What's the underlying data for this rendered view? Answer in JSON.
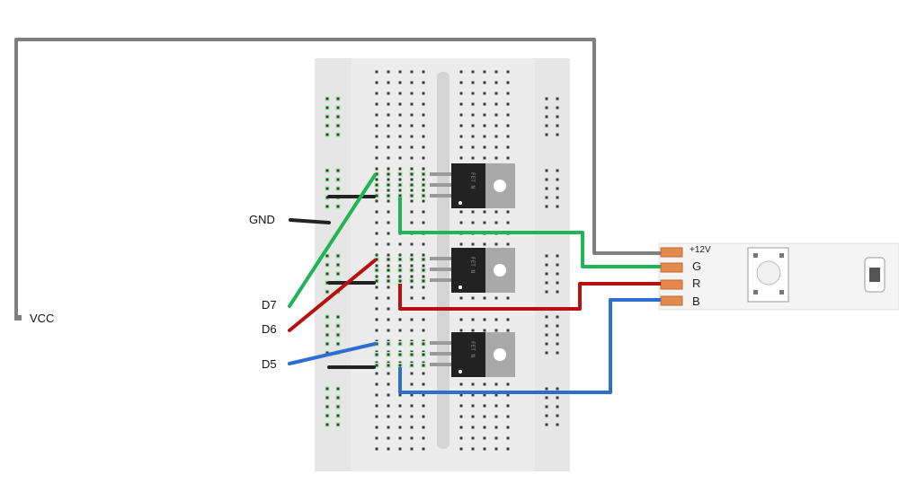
{
  "labels": {
    "vcc": "VCC",
    "gnd": "GND",
    "d7": "D7",
    "d6": "D6",
    "d5": "D5"
  },
  "led_strip": {
    "pins": [
      "+12V",
      "G",
      "R",
      "B"
    ]
  },
  "mosfet_marking": "FET N",
  "colors": {
    "vcc_wire": "#7f7f7f",
    "gnd_wire": "#222222",
    "green_wire": "#1fb554",
    "red_wire": "#b80f0f",
    "blue_wire": "#2d6fd1",
    "breadboard": "#e6e6e6",
    "rail_highlight": "#bff0bf",
    "mosfet_body": "#222222",
    "mosfet_tab": "#a9a9a9",
    "strip_pad": "#e58a4e"
  }
}
